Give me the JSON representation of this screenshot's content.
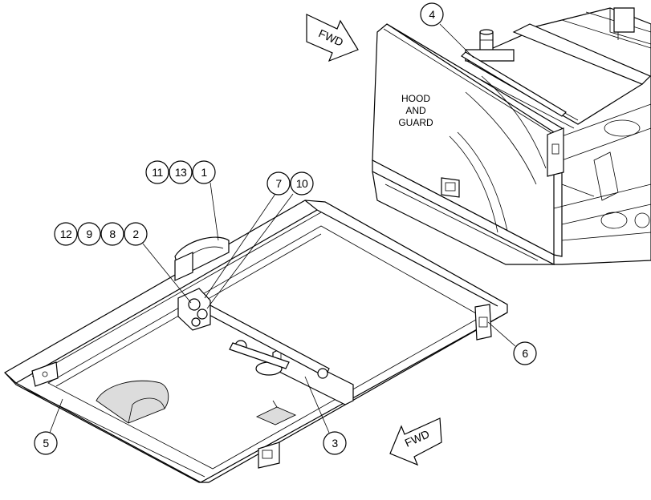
{
  "hood_label": [
    "HOOD",
    "AND",
    "GUARD"
  ],
  "fwd_top": "FWD",
  "fwd_bottom": "FWD",
  "callouts": {
    "c4": "4",
    "c11": "11",
    "c13": "13",
    "c1": "1",
    "c7": "7",
    "c10": "10",
    "c12": "12",
    "c9": "9",
    "c8": "8",
    "c2": "2",
    "c6": "6",
    "c5": "5",
    "c3": "3"
  }
}
